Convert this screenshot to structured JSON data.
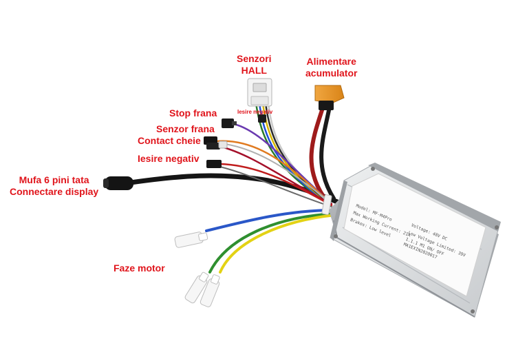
{
  "labels": {
    "senzori_hall": [
      "Senzori",
      "HALL"
    ],
    "alimentare": [
      "Alimentare",
      "acumulator"
    ],
    "stop_frana": "Stop frana",
    "iesire_negativ_small": "Iesire negativ",
    "senzor_frana": "Senzor frana",
    "contact_cheie": "Contact cheie",
    "iesire_negativ": "Iesire negativ",
    "mufa_display": [
      "Mufa 6 pini tata",
      "Connectare display"
    ],
    "faze_motor": "Faze motor"
  },
  "nameplate": {
    "model": "Model: MF-M4Pro",
    "max_current": "Max Working Current: 21A",
    "brakes": "Brakes: Low level",
    "voltage": "Voltage: 48V DC",
    "low_voltage": "Low Voltage Limited: 39V",
    "code": "1.1.1 M1 ON/ OFF",
    "date": "MA1EXIN2020017"
  },
  "colors": {
    "label_red": "#e0141b",
    "housing_silver": "#d4d6d8",
    "nameplate_white": "#fbfbfb"
  }
}
